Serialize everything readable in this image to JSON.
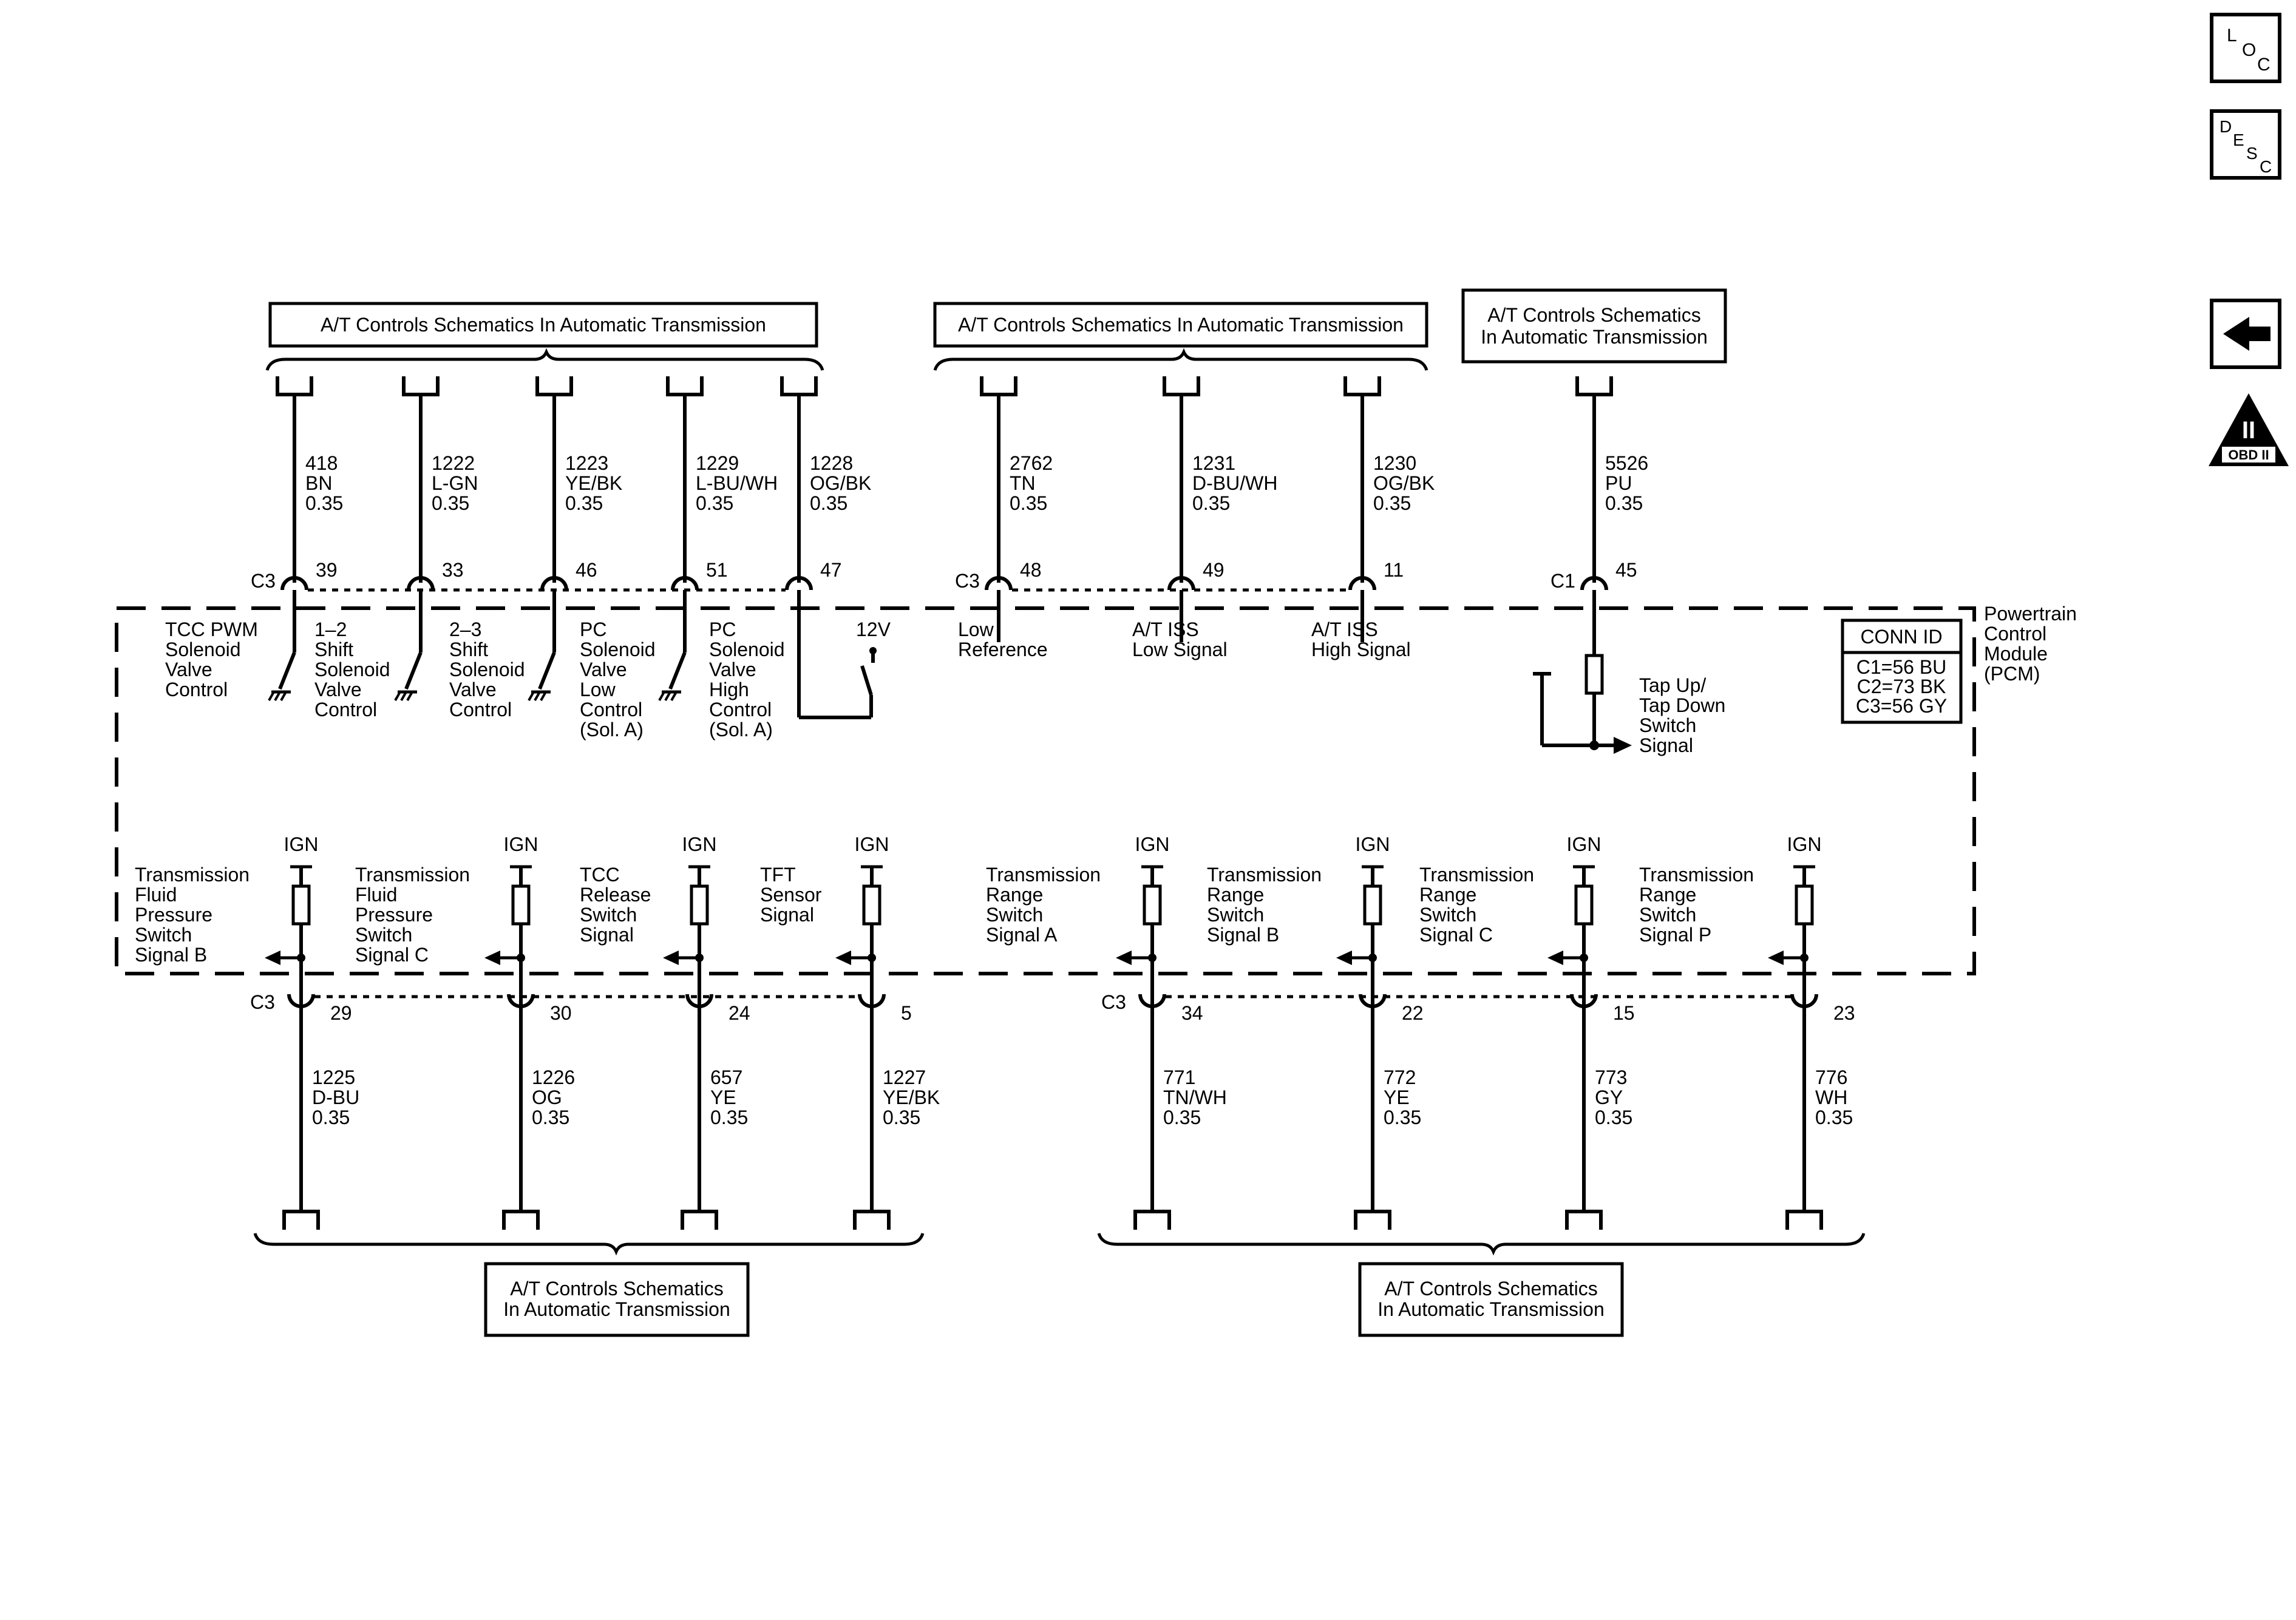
{
  "nav": {
    "loc_letters": [
      "L",
      "O",
      "C"
    ],
    "desc_letters": [
      "D",
      "E",
      "S",
      "C"
    ],
    "back_icon": "left-arrow-icon",
    "obd_numeral": "II",
    "obd_label": "OBD II"
  },
  "top_refs": [
    {
      "text": [
        "A/T Controls Schematics In Automatic Transmission"
      ]
    },
    {
      "text": [
        "A/T Controls Schematics In Automatic Transmission"
      ]
    },
    {
      "text": [
        "A/T Controls Schematics",
        "In Automatic Transmission"
      ]
    }
  ],
  "bottom_refs": [
    {
      "text": [
        "A/T Controls Schematics",
        "In Automatic Transmission"
      ]
    },
    {
      "text": [
        "A/T Controls Schematics",
        "In Automatic Transmission"
      ]
    }
  ],
  "module": {
    "name": [
      "Powertrain",
      "Control",
      "Module",
      "(PCM)"
    ],
    "conn_title": "CONN ID",
    "conn_lines": [
      "C1=56 BU",
      "C2=73 BK",
      "C3=56 GY"
    ],
    "voltage_label": "12V",
    "tap_label": [
      "Tap Up/",
      "Tap Down",
      "Switch",
      "Signal"
    ],
    "ign_label": "IGN"
  },
  "top_circuits": [
    {
      "connector": "C3",
      "pin": "39",
      "wire": [
        "418",
        "BN",
        "0.35"
      ],
      "label": [
        "TCC PWM",
        "Solenoid",
        "Valve",
        "Control"
      ]
    },
    {
      "connector": "",
      "pin": "33",
      "wire": [
        "1222",
        "L-GN",
        "0.35"
      ],
      "label": [
        "1–2",
        "Shift",
        "Solenoid",
        "Valve",
        "Control"
      ]
    },
    {
      "connector": "",
      "pin": "46",
      "wire": [
        "1223",
        "YE/BK",
        "0.35"
      ],
      "label": [
        "2–3",
        "Shift",
        "Solenoid",
        "Valve",
        "Control"
      ]
    },
    {
      "connector": "",
      "pin": "51",
      "wire": [
        "1229",
        "L-BU/WH",
        "0.35"
      ],
      "label": [
        "PC",
        "Solenoid",
        "Valve",
        "Low",
        "Control",
        "(Sol. A)"
      ]
    },
    {
      "connector": "",
      "pin": "47",
      "wire": [
        "1228",
        "OG/BK",
        "0.35"
      ],
      "label": [
        "PC",
        "Solenoid",
        "Valve",
        "High",
        "Control",
        "(Sol. A)"
      ]
    },
    {
      "connector": "C3",
      "pin": "48",
      "wire": [
        "2762",
        "TN",
        "0.35"
      ],
      "label": [
        "Low",
        "Reference"
      ]
    },
    {
      "connector": "",
      "pin": "49",
      "wire": [
        "1231",
        "D-BU/WH",
        "0.35"
      ],
      "label": [
        "A/T ISS",
        "Low Signal"
      ]
    },
    {
      "connector": "",
      "pin": "11",
      "wire": [
        "1230",
        "OG/BK",
        "0.35"
      ],
      "label": [
        "A/T ISS",
        "High Signal"
      ]
    },
    {
      "connector": "C1",
      "pin": "45",
      "wire": [
        "5526",
        "PU",
        "0.35"
      ],
      "label": []
    }
  ],
  "bottom_circuits": [
    {
      "connector": "C3",
      "pin": "29",
      "wire": [
        "1225",
        "D-BU",
        "0.35"
      ],
      "label": [
        "Transmission",
        "Fluid",
        "Pressure",
        "Switch",
        "Signal B"
      ]
    },
    {
      "connector": "",
      "pin": "30",
      "wire": [
        "1226",
        "OG",
        "0.35"
      ],
      "label": [
        "Transmission",
        "Fluid",
        "Pressure",
        "Switch",
        "Signal C"
      ]
    },
    {
      "connector": "",
      "pin": "24",
      "wire": [
        "657",
        "YE",
        "0.35"
      ],
      "label": [
        "TCC",
        "Release",
        "Switch",
        "Signal"
      ]
    },
    {
      "connector": "",
      "pin": "5",
      "wire": [
        "1227",
        "YE/BK",
        "0.35"
      ],
      "label": [
        "TFT",
        "Sensor",
        "Signal"
      ]
    },
    {
      "connector": "C3",
      "pin": "34",
      "wire": [
        "771",
        "TN/WH",
        "0.35"
      ],
      "label": [
        "Transmission",
        "Range",
        "Switch",
        "Signal A"
      ]
    },
    {
      "connector": "",
      "pin": "22",
      "wire": [
        "772",
        "YE",
        "0.35"
      ],
      "label": [
        "Transmission",
        "Range",
        "Switch",
        "Signal B"
      ]
    },
    {
      "connector": "",
      "pin": "15",
      "wire": [
        "773",
        "GY",
        "0.35"
      ],
      "label": [
        "Transmission",
        "Range",
        "Switch",
        "Signal C"
      ]
    },
    {
      "connector": "",
      "pin": "23",
      "wire": [
        "776",
        "WH",
        "0.35"
      ],
      "label": [
        "Transmission",
        "Range",
        "Switch",
        "Signal P"
      ]
    }
  ]
}
